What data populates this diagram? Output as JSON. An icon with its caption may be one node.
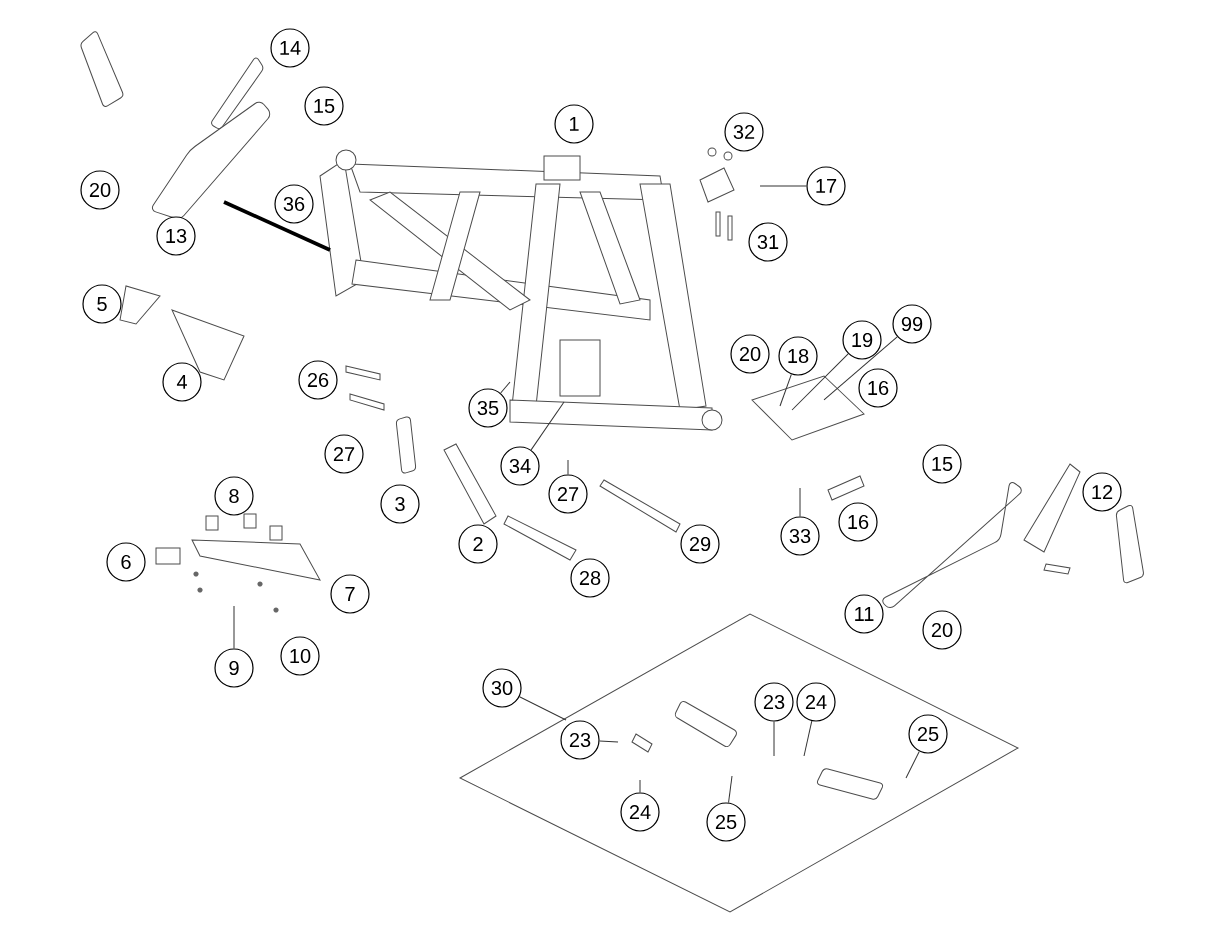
{
  "diagram": {
    "nodes": [
      {
        "text": [
          "1"
        ]
      },
      {
        "text": [
          "14"
        ]
      },
      {
        "text": [
          "15"
        ]
      },
      {
        "text": [
          "32"
        ]
      },
      {
        "text": [
          "17"
        ]
      },
      {
        "text": [
          "31"
        ]
      },
      {
        "text": [
          "20"
        ]
      },
      {
        "text": [
          "36"
        ]
      },
      {
        "text": [
          "13"
        ]
      },
      {
        "text": [
          "5"
        ]
      },
      {
        "text": [
          "4"
        ]
      },
      {
        "text": [
          "26"
        ]
      },
      {
        "text": [
          "35"
        ]
      },
      {
        "text": [
          "27"
        ]
      },
      {
        "text": [
          "34"
        ]
      },
      {
        "text": [
          "27"
        ]
      },
      {
        "text": [
          "3"
        ]
      },
      {
        "text": [
          "2"
        ]
      },
      {
        "text": [
          "28"
        ]
      },
      {
        "text": [
          "20"
        ]
      },
      {
        "text": [
          "18"
        ]
      },
      {
        "text": [
          "19"
        ]
      },
      {
        "text": [
          "99"
        ]
      },
      {
        "text": [
          "16"
        ]
      },
      {
        "text": [
          "15"
        ]
      },
      {
        "text": [
          "12"
        ]
      },
      {
        "text": [
          "33"
        ]
      },
      {
        "text": [
          "16"
        ]
      },
      {
        "text": [
          "29"
        ]
      },
      {
        "text": [
          "11"
        ]
      },
      {
        "text": [
          "20"
        ]
      },
      {
        "text": [
          "8"
        ]
      },
      {
        "text": [
          "6"
        ]
      },
      {
        "text": [
          "7"
        ]
      },
      {
        "text": [
          "9"
        ]
      },
      {
        "text": [
          "10"
        ]
      },
      {
        "text": [
          "30"
        ]
      },
      {
        "text": [],
        "shape": "diamond"
      },
      {
        "text": [
          "23"
        ],
        "in": 37
      },
      {
        "text": [
          "23"
        ],
        "in": 37
      },
      {
        "text": [
          "24"
        ],
        "in": 37
      },
      {
        "text": [
          "24"
        ],
        "in": 37
      },
      {
        "text": [
          "25"
        ],
        "in": 37
      },
      {
        "text": [
          "25"
        ],
        "in": 37
      }
    ],
    "edges": [
      {
        "from": 4,
        "to": null,
        "arrow": "none"
      },
      {
        "from": 34,
        "to": null,
        "arrow": "none"
      },
      {
        "from": 20,
        "to": null,
        "arrow": "none"
      },
      {
        "from": 21,
        "to": null,
        "arrow": "none"
      },
      {
        "from": 22,
        "to": null,
        "arrow": "none"
      },
      {
        "from": 26,
        "to": null,
        "arrow": "none"
      },
      {
        "from": 14,
        "to": null,
        "arrow": "none"
      },
      {
        "from": 12,
        "to": null,
        "arrow": "none"
      },
      {
        "from": 15,
        "to": null,
        "arrow": "none"
      },
      {
        "from": 36,
        "to": 37,
        "arrow": "none"
      },
      {
        "from": 38,
        "to": null,
        "arrow": "none"
      },
      {
        "from": 39,
        "to": null,
        "arrow": "none"
      },
      {
        "from": 40,
        "to": null,
        "arrow": "none"
      },
      {
        "from": 41,
        "to": null,
        "arrow": "none"
      },
      {
        "from": 42,
        "to": null,
        "arrow": "none"
      },
      {
        "from": 43,
        "to": null,
        "arrow": "none"
      }
    ]
  }
}
